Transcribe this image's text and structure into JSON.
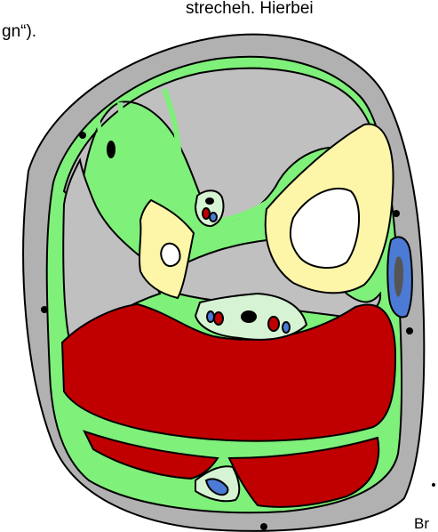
{
  "text_fragments": {
    "top_line": "strecheh. Hierbei",
    "second_line": "gn“).",
    "corner_label": "Br"
  },
  "colors": {
    "skin_fascia": "#b1b1b1",
    "fascia_layer": "#7ff07a",
    "muscle_compartment": "#c0c0c0",
    "red_muscle": "#c00000",
    "bone": "#fdf6a9",
    "marrow": "#ffffff",
    "vein": "#4c7bd6",
    "neurovascular_tissue": "#d6f3d3",
    "dot": "#000000"
  }
}
